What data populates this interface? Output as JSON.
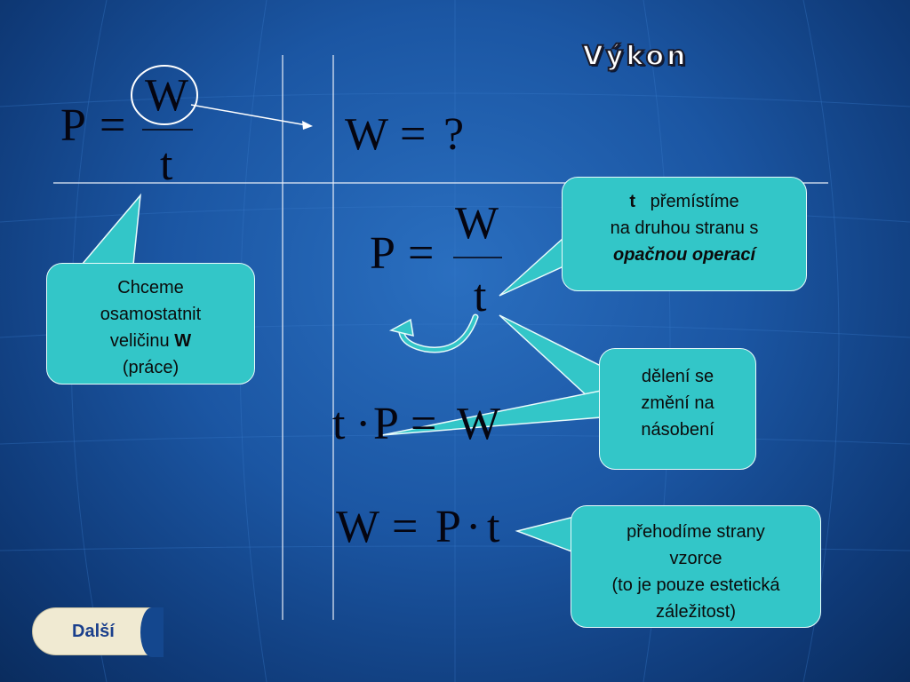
{
  "slide": {
    "title": "Výkon",
    "formula_original": {
      "lhs": "P",
      "eq": "=",
      "num": "W",
      "den": "t"
    },
    "question": {
      "lhs": "W",
      "eq": "=",
      "rhs": "?"
    },
    "formula_copy": {
      "lhs": "P",
      "eq": "=",
      "num": "W",
      "den": "t"
    },
    "formula_multiplied": {
      "a": "t",
      "dot": "·",
      "b": "P",
      "eq": "=",
      "c": "W"
    },
    "formula_result": {
      "a": "W",
      "eq": "=",
      "b": "P",
      "dot": "·",
      "c": "t"
    },
    "callouts": {
      "isolate": {
        "line1": "Chceme",
        "line2": "osamostatnit",
        "line3_prefix": "veličinu ",
        "line3_bold": "W",
        "line4": "(práce)"
      },
      "move_t": {
        "bold": "t",
        "line1_rest": "   přemístíme",
        "line2": "na druhou stranu s",
        "line3_bolditalic": "opačnou operací"
      },
      "division": {
        "line1": "dělení se",
        "line2": "změní na",
        "line3": "násobení"
      },
      "swap": {
        "line1": "přehodíme strany",
        "line2": "vzorce",
        "line3": "(to je pouze estetická",
        "line4": "záležitost)"
      }
    },
    "nav": {
      "next_label": "Další"
    },
    "colors": {
      "background": "#1b56a3",
      "callout_fill": "#33c6c8",
      "nav_fill": "#f0ead2",
      "nav_text": "#1a3f8c"
    }
  }
}
